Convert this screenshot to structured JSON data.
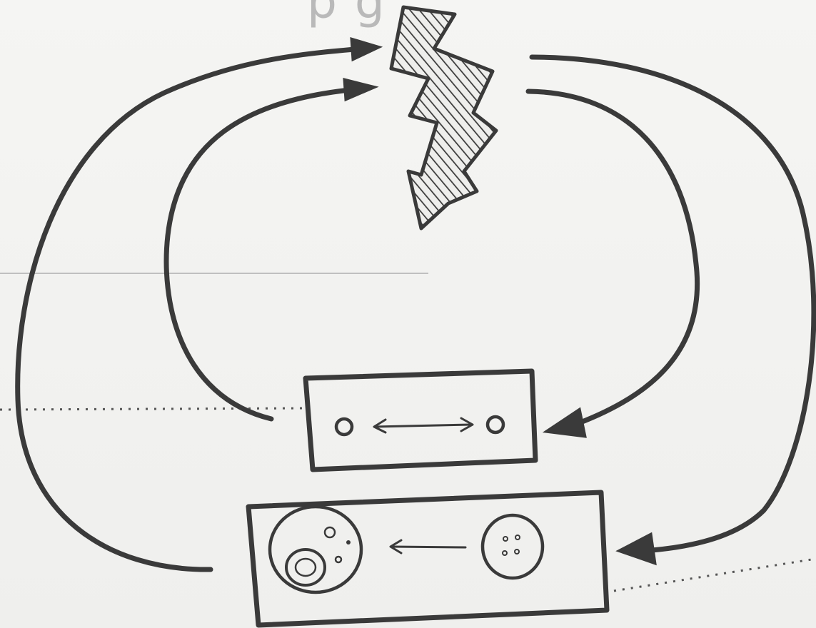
{
  "slide": {
    "title_fragment": "p              g",
    "ink_color": "#3a3a3a",
    "rule_color": "#b0b0b0",
    "background": "#f2f2f0"
  },
  "diagram": {
    "nodes": [
      {
        "id": "lightning-bolt",
        "icon": "lightning-bolt-icon",
        "fill": "hatched"
      },
      {
        "id": "box-two-points",
        "icon": "two-circles-double-arrow-icon"
      },
      {
        "id": "box-cells",
        "icon": "cell-division-icon"
      }
    ],
    "edges": [
      {
        "from": "box-two-points",
        "to": "lightning-bolt",
        "style": "curved-arrow"
      },
      {
        "from": "box-cells",
        "to": "lightning-bolt",
        "style": "curved-arrow"
      },
      {
        "from": "lightning-bolt",
        "to": "box-two-points",
        "style": "curved-arrow"
      },
      {
        "from": "lightning-bolt",
        "to": "box-cells",
        "style": "curved-arrow"
      }
    ]
  }
}
